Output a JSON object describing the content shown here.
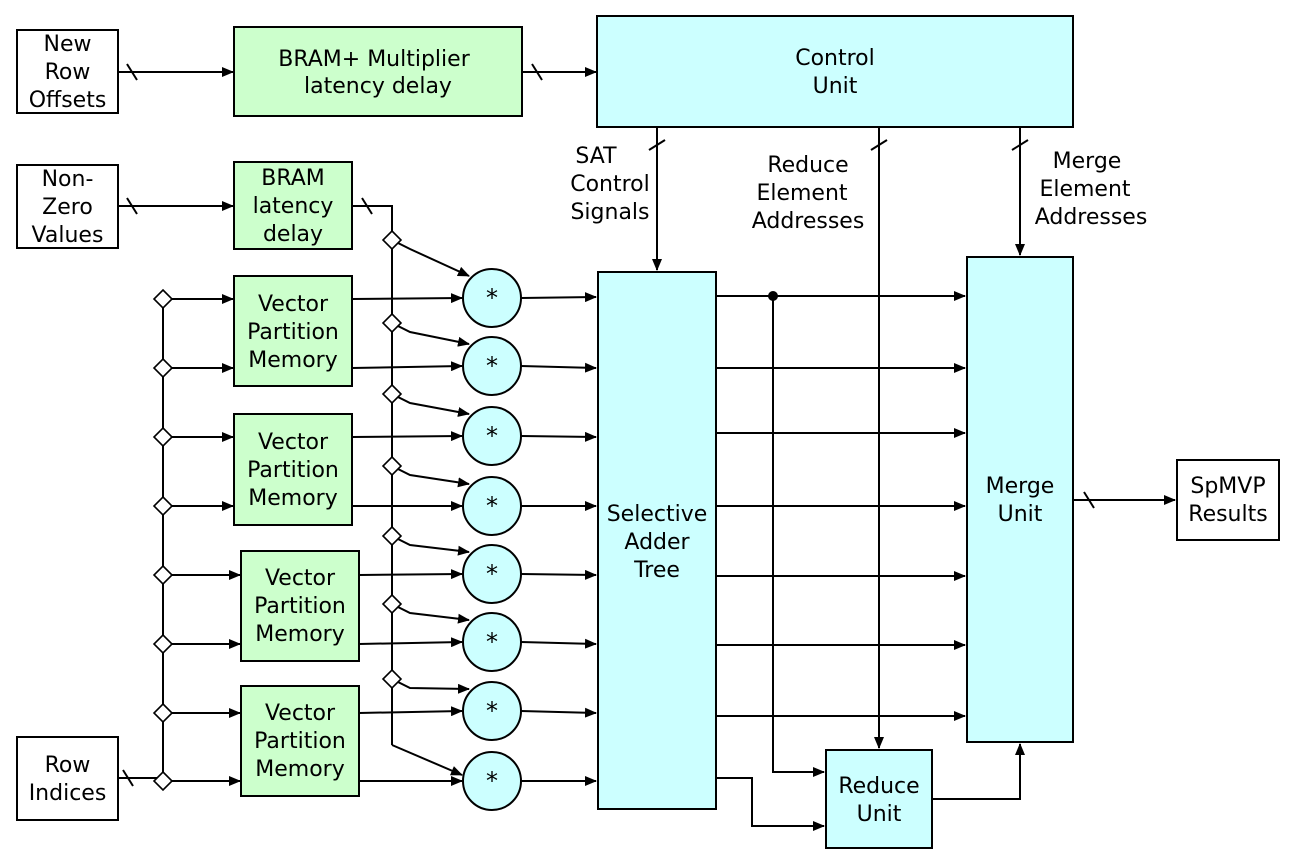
{
  "inputs": {
    "new_row_offsets": [
      "New",
      "Row",
      "Offsets"
    ],
    "non_zero_values": [
      "Non-",
      "Zero",
      "Values"
    ],
    "row_indices": [
      "Row",
      "Indices"
    ]
  },
  "blocks": {
    "bram_multiplier_delay": [
      "BRAM+ Multiplier",
      "latency delay"
    ],
    "bram_latency_delay": [
      "BRAM",
      "latency",
      "delay"
    ],
    "control_unit": [
      "Control",
      "Unit"
    ],
    "vector_partition_memory": [
      "Vector",
      "Partition",
      "Memory"
    ],
    "multiplier": "*",
    "selective_adder_tree": [
      "Selective",
      "Adder",
      "Tree"
    ],
    "merge_unit": [
      "Merge",
      "Unit"
    ],
    "reduce_unit": [
      "Reduce",
      "Unit"
    ],
    "spmvp_results": [
      "SpMVP",
      "Results"
    ]
  },
  "labels": {
    "sat_control_signals": [
      "SAT",
      "Control",
      "Signals"
    ],
    "reduce_element_addresses": [
      "Reduce",
      "Element",
      "Addresses"
    ],
    "merge_element_addresses": [
      "Merge",
      "Element",
      "Addresses"
    ]
  },
  "colors": {
    "green_block": "#ccffcc",
    "cyan_block": "#ccffff",
    "white_block": "#ffffff",
    "line": "#000000"
  }
}
